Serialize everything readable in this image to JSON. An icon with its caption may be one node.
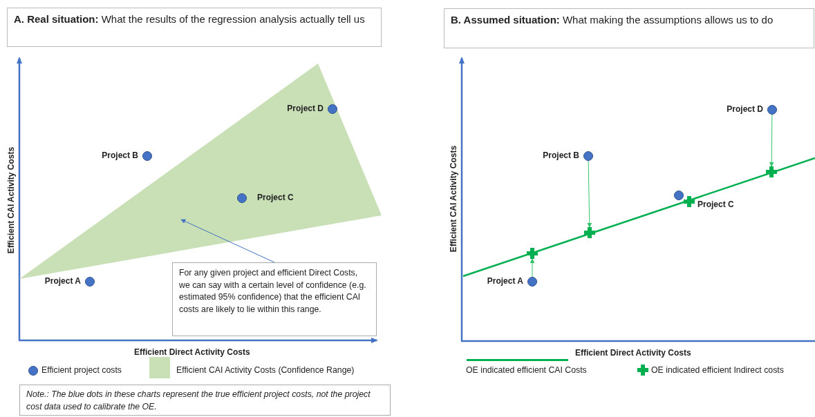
{
  "diagram": {
    "nodes": [
      {
        "text": [
          "**A. Real situation:** What the results of the regression analysis actually tell us"
        ]
      },
      {
        "text": [
          "**B. Assumed situation:** What making the assumptions allows us to do"
        ]
      },
      {
        "text": [],
        "shape": "polygon"
      },
      {
        "text": [],
        "shape": "circle",
        "beside": [
          "Project D"
        ],
        "in": 2
      },
      {
        "text": [],
        "shape": "circle",
        "beside": [
          "Project B"
        ]
      },
      {
        "text": [],
        "shape": "circle",
        "beside": [
          "Project C"
        ],
        "in": 2
      },
      {
        "text": [],
        "shape": "circle",
        "beside": [
          "Project A"
        ]
      },
      {
        "text": [
          "For any given project and efficient Direct Costs, we can say with a certain level of confidence (e.g. estimated 95% confidence) that the efficient CAI costs are likely to lie within this range."
        ]
      },
      {
        "text": [],
        "shape": "circle",
        "beside": [
          "Project D"
        ]
      },
      {
        "text": [],
        "shape": "circle",
        "beside": [
          "Project B"
        ]
      },
      {
        "text": [],
        "shape": "circle"
      },
      {
        "text": [],
        "shape": "cross"
      },
      {
        "text": [],
        "shape": "cross"
      },
      {
        "text": [],
        "shape": "cross"
      },
      {
        "text": [],
        "shape": "cross"
      },
      {
        "text": [],
        "shape": "circle",
        "beside": [
          "Project A"
        ]
      },
      {
        "text": [
          "Note.: The blue dots in these charts represent the true efficient project costs, not the project cost data used to calibrate the OE."
        ]
      }
    ],
    "edges": [
      {
        "from": 7,
        "to": 2,
        "arrow": "to",
        "color": "#4472c4"
      },
      {
        "from": 8,
        "to": 11,
        "arrow": "to"
      },
      {
        "from": 9,
        "to": 13,
        "arrow": "to"
      },
      {
        "from": 15,
        "to": 14,
        "arrow": "to"
      }
    ],
    "labels": [
      "Efficient CAI Activity Costs",
      "Efficient Direct Activity Costs",
      "Efficient CAI Activity Costs",
      "Efficient Direct Activity Costs",
      "Project C"
    ],
    "legend": [
      {
        "text": "Efficient project costs"
      },
      {
        "text": "Efficient CAI Activity Costs (Confidence Range)",
        "color": "#c9e0b6"
      },
      {
        "text": "OE indicated efficient CAI Costs"
      },
      {
        "text": "OE indicated efficient Indirect costs"
      }
    ]
  }
}
